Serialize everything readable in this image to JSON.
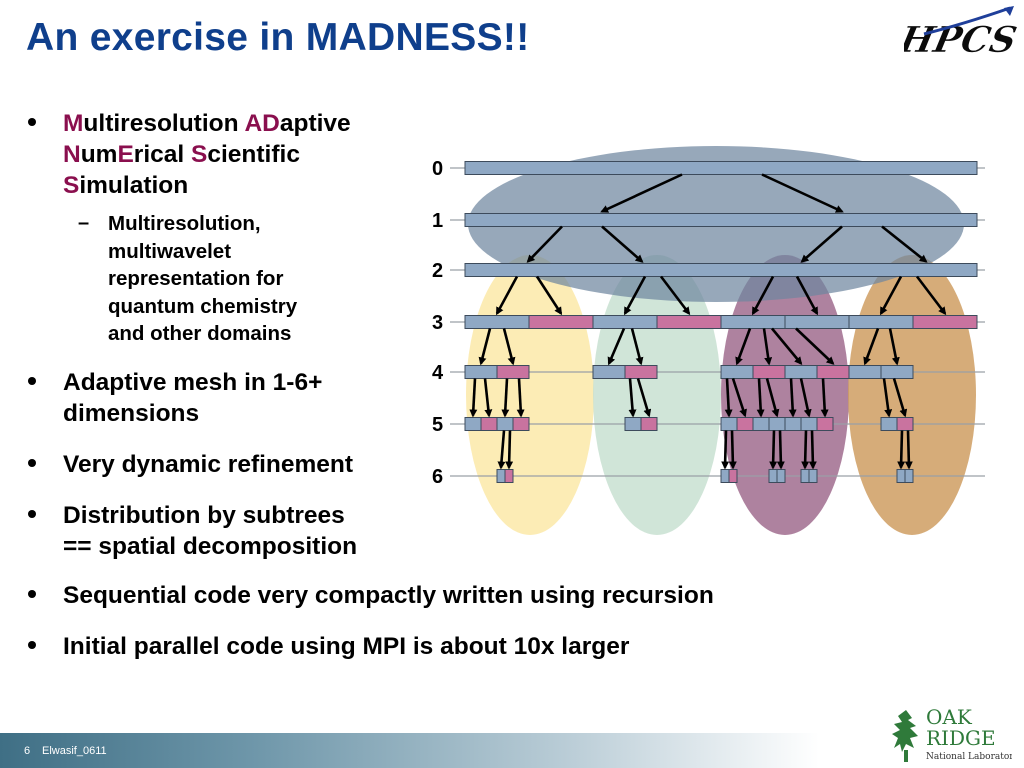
{
  "slide": {
    "title": "An exercise in MADNESS!!",
    "logo_hpcs": "HPCS",
    "bullets": [
      {
        "line1": [
          {
            "text": "M",
            "accent": true
          },
          {
            "text": "ultiresolution ",
            "accent": false
          },
          {
            "text": "AD",
            "accent": true
          },
          {
            "text": "aptive",
            "accent": false
          }
        ],
        "line2": [
          {
            "text": "N",
            "accent": true
          },
          {
            "text": "um",
            "accent": false
          },
          {
            "text": "E",
            "accent": true
          },
          {
            "text": "rical ",
            "accent": false
          },
          {
            "text": "S",
            "accent": true
          },
          {
            "text": "cientific",
            "accent": false
          }
        ],
        "line3": [
          {
            "text": "S",
            "accent": true
          },
          {
            "text": "imulation",
            "accent": false
          }
        ]
      },
      {
        "line1": "Adaptive mesh in 1-6+",
        "line2": "dimensions"
      },
      {
        "line1": "Very dynamic refinement"
      },
      {
        "line1": "Distribution by subtrees",
        "line2": "== spatial decomposition"
      },
      {
        "line1": "Sequential code very compactly written using recursion"
      },
      {
        "line1": "Initial parallel code using MPI is about 10x larger"
      }
    ],
    "sub_bullet": {
      "dash": "–",
      "lines": [
        "Multiresolution,",
        "multiwavelet",
        "representation for",
        "quantum chemistry",
        "and other domains"
      ]
    },
    "colors": {
      "title": "#0f3f8c",
      "accent": "#8a0f4e",
      "box_blue": "#8fa8c4",
      "box_pink": "#c9739f",
      "ellipse_top": "#6f86a0",
      "ellipse_yellow": "#fbe9a8",
      "ellipse_green": "#c8e1d1",
      "ellipse_purple": "#a06c8e",
      "ellipse_brown": "#cf9d62"
    },
    "diagram": {
      "level_labels": [
        "0",
        "1",
        "2",
        "3",
        "4",
        "5",
        "6"
      ],
      "levels": [
        {
          "level": 0,
          "nodes": [
            "b"
          ]
        },
        {
          "level": 1,
          "nodes": [
            "b"
          ]
        },
        {
          "level": 2,
          "nodes": [
            "b"
          ]
        },
        {
          "level": 3,
          "nodes": [
            "b",
            "p",
            "b",
            "p",
            "b",
            "b",
            "b",
            "p"
          ]
        },
        {
          "level": 4,
          "nodes": [
            "b",
            "p",
            "b",
            "p",
            "b",
            "p",
            "b",
            "p",
            "b",
            "b"
          ]
        },
        {
          "level": 5,
          "nodes": [
            "b",
            "p",
            "b",
            "p",
            "b",
            "p",
            "b",
            "p",
            "b",
            "b",
            "b",
            "b",
            "p",
            "b",
            "p"
          ]
        },
        {
          "level": 6,
          "nodes": [
            "b",
            "p",
            "b",
            "p",
            "b",
            "b",
            "b",
            "b",
            "b",
            "b"
          ]
        }
      ]
    },
    "footer": {
      "page": "6",
      "author": "Elwasif_0611"
    },
    "logo_ornl": {
      "line1": "OAK",
      "line2": "RIDGE",
      "line3": "National Laboratory"
    }
  }
}
